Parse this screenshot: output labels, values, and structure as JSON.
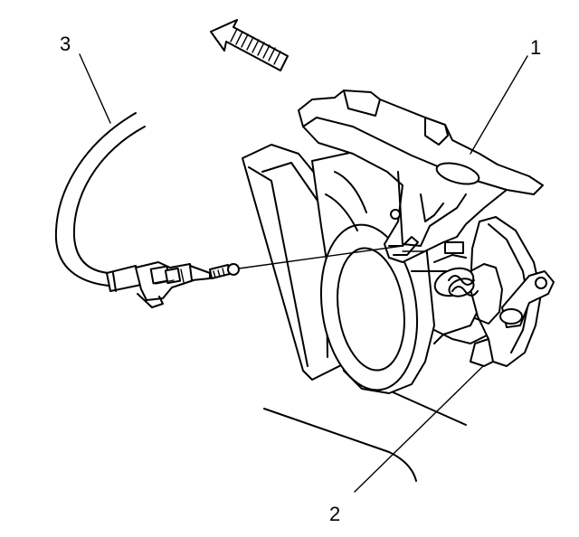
{
  "callouts": [
    {
      "id": "1",
      "label": "1"
    },
    {
      "id": "2",
      "label": "2"
    },
    {
      "id": "3",
      "label": "3"
    }
  ],
  "colors": {
    "line": "#000000",
    "background": "#ffffff"
  },
  "icons": {
    "direction_arrow": "arrow-left-icon"
  }
}
